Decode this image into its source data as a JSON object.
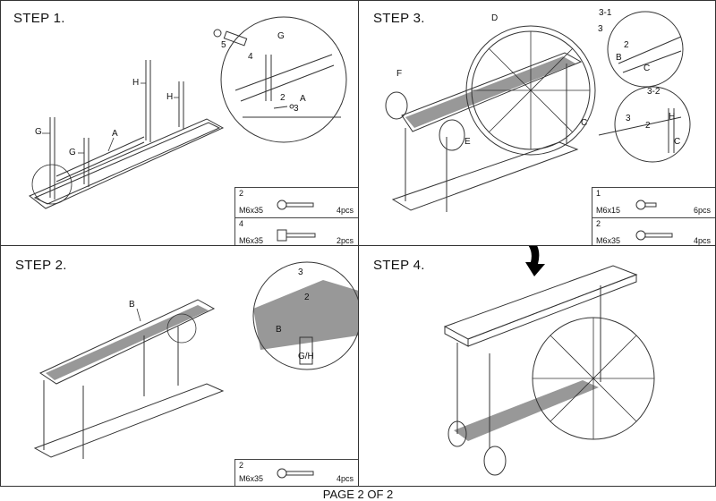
{
  "steps": [
    {
      "title": "STEP 1.",
      "labels": [
        "G",
        "G",
        "A",
        "H",
        "H"
      ],
      "detail_labels": [
        "G",
        "5",
        "4",
        "2",
        "3",
        "A"
      ],
      "parts": [
        {
          "num": "2",
          "size": "M6x35",
          "qty": "4pcs"
        },
        {
          "num": "4",
          "size": "M6x35",
          "qty": "2pcs"
        }
      ]
    },
    {
      "title": "STEP 2.",
      "labels": [
        "B"
      ],
      "detail_labels": [
        "3",
        "2",
        "B",
        "G/H"
      ],
      "parts": [
        {
          "num": "2",
          "size": "M6x35",
          "qty": "4pcs"
        }
      ]
    },
    {
      "title": "STEP 3.",
      "labels": [
        "D",
        "F",
        "E",
        "C"
      ],
      "detail_labels": [
        "3-1",
        "3",
        "2",
        "B",
        "C",
        "3-2",
        "H",
        "3",
        "2",
        "C"
      ],
      "parts": [
        {
          "num": "1",
          "size": "M6x15",
          "qty": "6pcs"
        },
        {
          "num": "2",
          "size": "M6x35",
          "qty": "4pcs"
        }
      ]
    },
    {
      "title": "STEP 4.",
      "labels": [],
      "detail_labels": [],
      "parts": []
    }
  ],
  "footer": "PAGE 2 OF  2"
}
